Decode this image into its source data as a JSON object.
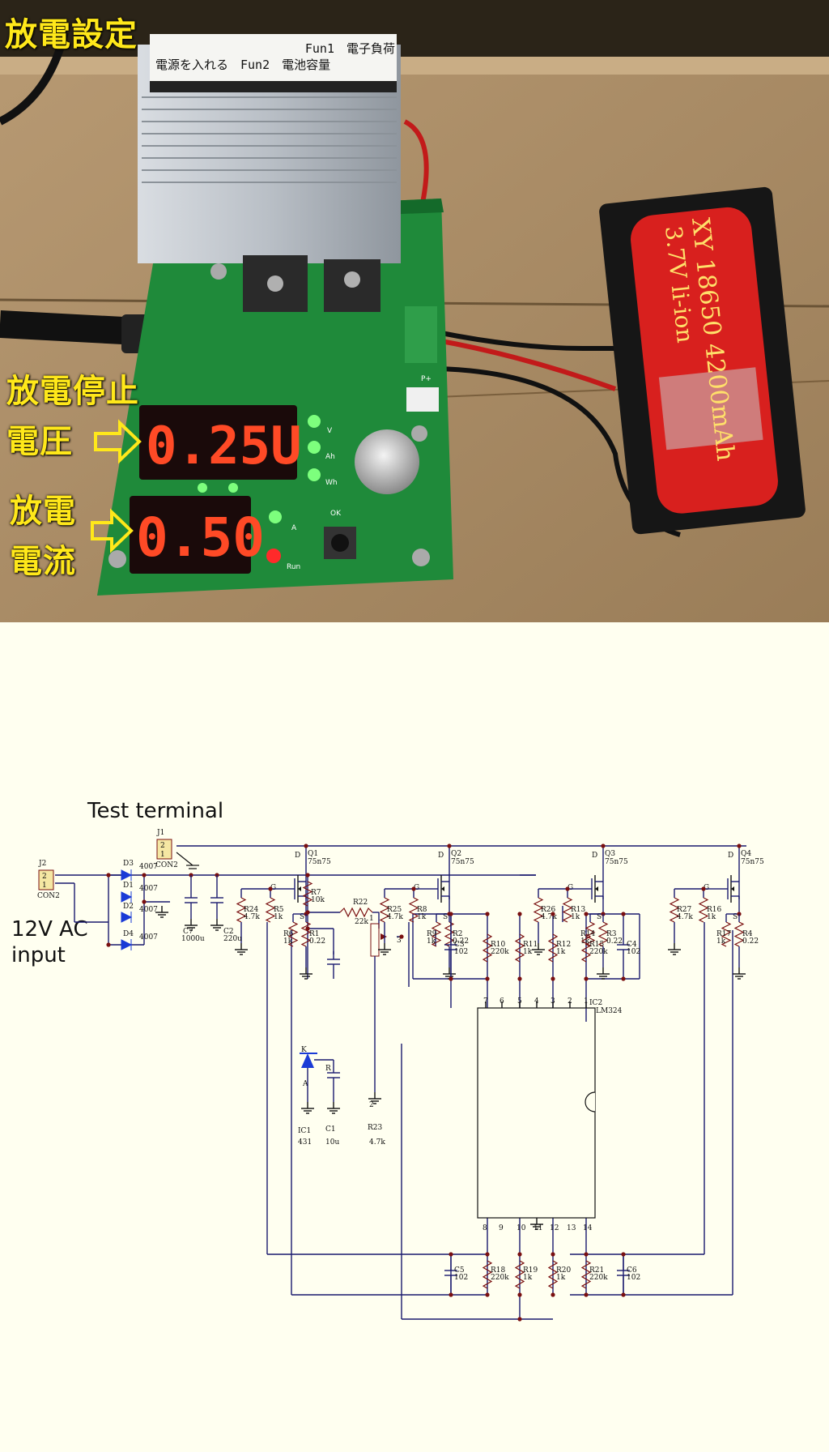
{
  "photo": {
    "labels": {
      "discharge_setting": "放電設定",
      "stop_voltage_line1": "放電停止",
      "stop_voltage_line2": "電圧",
      "current_line1": "放電",
      "current_line2": "電流"
    },
    "sticker": {
      "line1": "Fun1　電子負荷",
      "line2": "電源を入れる　Fun2　電池容量"
    },
    "display_top": "0.25U",
    "display_bottom": "0.50",
    "indicators_top": [
      "V",
      "Ah",
      "Wh"
    ],
    "indicators_bottom": [
      "A",
      "Run"
    ],
    "button_label": "OK",
    "connector_label": "P+",
    "battery_text_1": "XY 18650 4200mAh",
    "battery_text_2": "3.7V li-ion",
    "colors": {
      "label_yellow": "#ffe81a",
      "pcb": "#1f8a3a",
      "led": "#ff4a26"
    }
  },
  "schematic": {
    "test_terminal": "Test terminal",
    "ac_input_line1": "12V AC",
    "ac_input_line2": "input",
    "connectors": [
      {
        "ref": "J1",
        "type": "CON2",
        "pins": [
          "2",
          "1"
        ]
      },
      {
        "ref": "J2",
        "type": "CON2",
        "pins": [
          "2",
          "1"
        ]
      }
    ],
    "mosfets": [
      {
        "ref": "Q1",
        "part": "75n75"
      },
      {
        "ref": "Q2",
        "part": "75n75"
      },
      {
        "ref": "Q3",
        "part": "75n75"
      },
      {
        "ref": "Q4",
        "part": "75n75"
      }
    ],
    "pin_letters": {
      "d": "D",
      "g": "G",
      "s": "S",
      "k": "K",
      "a": "A",
      "r": "R"
    },
    "gate_resistors": [
      {
        "ref": "R24",
        "value": "4.7k"
      },
      {
        "ref": "R5",
        "value": "1k"
      },
      {
        "ref": "R25",
        "value": "4.7k"
      },
      {
        "ref": "R8",
        "value": "1k"
      },
      {
        "ref": "R26",
        "value": "4.7k"
      },
      {
        "ref": "R13",
        "value": "1k"
      },
      {
        "ref": "R27",
        "value": "4.7k"
      },
      {
        "ref": "R16",
        "value": "1k"
      }
    ],
    "source_resistors": [
      {
        "ref": "R6",
        "value": "1k"
      },
      {
        "ref": "R1",
        "value": "0.22"
      },
      {
        "ref": "R9",
        "value": "1k"
      },
      {
        "ref": "R2",
        "value": "0.22"
      },
      {
        "ref": "R14",
        "value": "1k"
      },
      {
        "ref": "R3",
        "value": "0.22"
      },
      {
        "ref": "R17",
        "value": "1k"
      },
      {
        "ref": "R4",
        "value": "0.22"
      }
    ],
    "diodes": [
      {
        "ref": "D3",
        "part": "4007"
      },
      {
        "ref": "D1",
        "part": "4007"
      },
      {
        "ref": "D2",
        "part": "4007"
      },
      {
        "ref": "D4",
        "part": "4007"
      }
    ],
    "caps_power": [
      {
        "ref": "C7",
        "value": "1000u"
      },
      {
        "ref": "C2",
        "value": "220u"
      }
    ],
    "reference": {
      "r7": {
        "ref": "R7",
        "value": "10k"
      },
      "r22": {
        "ref": "R22",
        "value": "22k"
      },
      "r23": {
        "ref": "R23",
        "value": "4.7k"
      },
      "ic1": {
        "ref": "IC1",
        "part": "431"
      },
      "c1": {
        "ref": "C1",
        "value": "10u"
      }
    },
    "opamp": {
      "ref": "IC2",
      "part": "LM324",
      "pins_top": [
        "7",
        "6",
        "5",
        "4",
        "3",
        "2",
        "1"
      ],
      "pins_bottom": [
        "8",
        "9",
        "10",
        "11",
        "12",
        "13",
        "14"
      ]
    },
    "feedback_top": [
      {
        "ref": "C3",
        "value": "102"
      },
      {
        "ref": "R10",
        "value": "220k"
      },
      {
        "ref": "R11",
        "value": "1k"
      },
      {
        "ref": "R12",
        "value": "1k"
      },
      {
        "ref": "R15",
        "value": "220k"
      },
      {
        "ref": "C4",
        "value": "102"
      }
    ],
    "feedback_bottom": [
      {
        "ref": "C5",
        "value": "102"
      },
      {
        "ref": "R18",
        "value": "220k"
      },
      {
        "ref": "R19",
        "value": "1k"
      },
      {
        "ref": "R20",
        "value": "1k"
      },
      {
        "ref": "R21",
        "value": "220k"
      },
      {
        "ref": "C6",
        "value": "102"
      }
    ],
    "pot_pins": [
      "1",
      "3",
      "2"
    ],
    "colors": {
      "wire": "#1a1a6e",
      "component": "#7a1010",
      "diode": "#1a3bd6",
      "connector": "#f5e7a3"
    }
  }
}
